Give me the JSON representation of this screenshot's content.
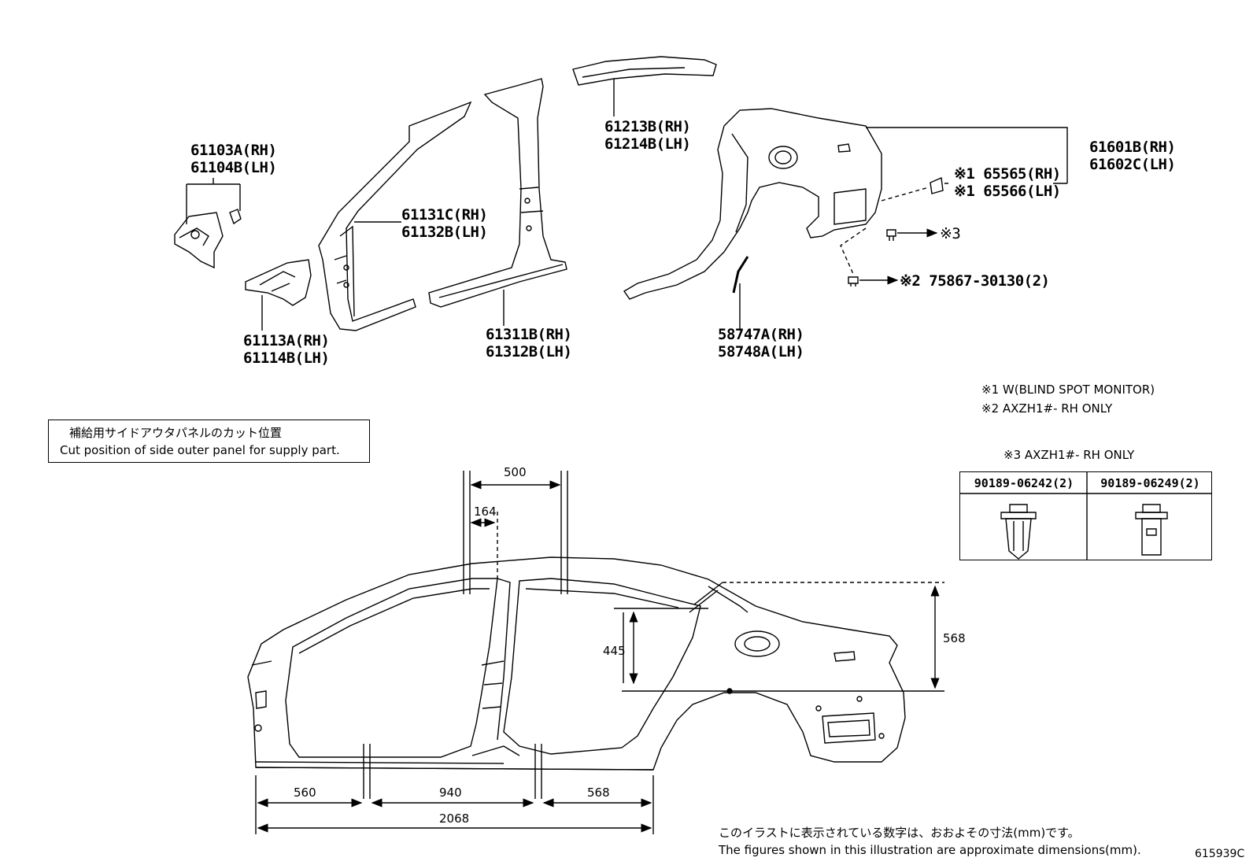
{
  "parts": {
    "p61103": [
      "61103A(RH)",
      "61104B(LH)"
    ],
    "p61113": [
      "61113A(RH)",
      "61114B(LH)"
    ],
    "p61131": [
      "61131C(RH)",
      "61132B(LH)"
    ],
    "p61311": [
      "61311B(RH)",
      "61312B(LH)"
    ],
    "p61213": [
      "61213B(RH)",
      "61214B(LH)"
    ],
    "p61601": [
      "61601B(RH)",
      "61602C(LH)"
    ],
    "p65565": [
      "※1 65565(RH)",
      "※1 65566(LH)"
    ],
    "p58747": [
      "58747A(RH)",
      "58748A(LH)"
    ],
    "ref3": "※3",
    "ref2": "※2 75867-30130(2)"
  },
  "notes": {
    "n1": "※1 W(BLIND SPOT MONITOR)",
    "n2": "※2 AXZH1#- RH ONLY",
    "n3": "※3 AXZH1#- RH ONLY"
  },
  "cut_box": {
    "jp": "補給用サイドアウタパネルのカット位置",
    "en": "Cut position of side outer panel for supply part."
  },
  "parts_table": {
    "col1": "90189-06242(2)",
    "col2": "90189-06249(2)"
  },
  "dimensions": {
    "d500": "500",
    "d164": "164",
    "d445": "445",
    "d568v": "568",
    "d560": "560",
    "d940": "940",
    "d568h": "568",
    "d2068": "2068"
  },
  "footer": {
    "jp": "このイラストに表示されている数字は、おおよその寸法(mm)です。",
    "en": "The figures shown in this illustration are approximate dimensions(mm).",
    "code": "615939C"
  }
}
